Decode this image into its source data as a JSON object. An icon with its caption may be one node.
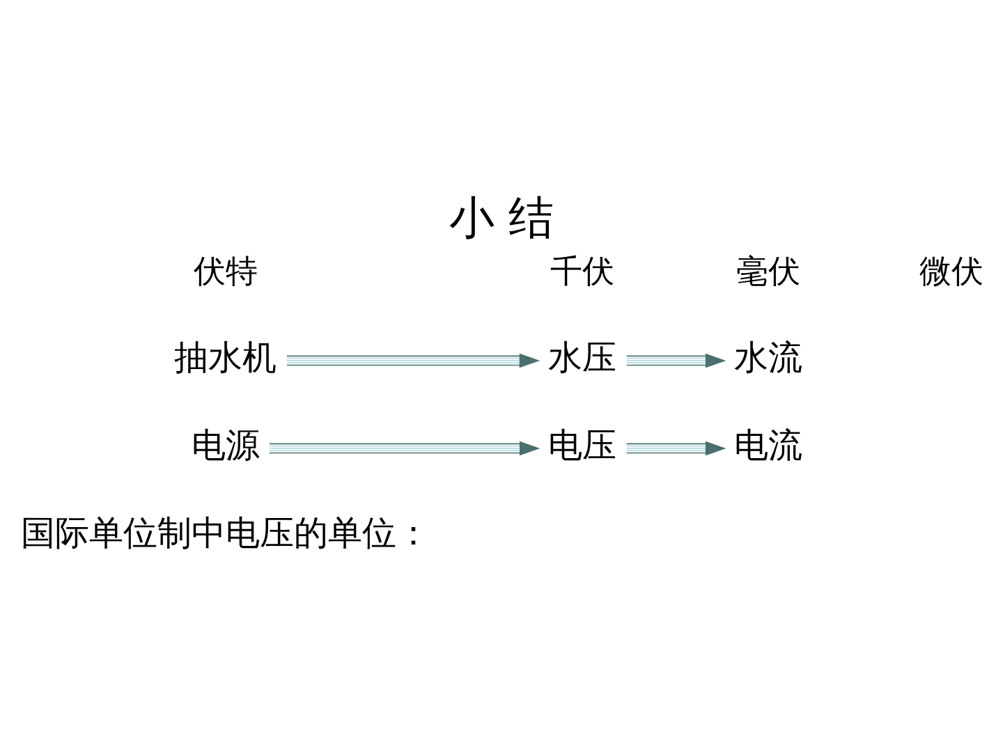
{
  "diagram": {
    "title": "小 结",
    "nodes": [
      {
        "text": [
          "抽水机"
        ]
      },
      {
        "text": [
          "水压"
        ]
      },
      {
        "text": [
          "水流"
        ]
      },
      {
        "text": [
          "电源"
        ]
      },
      {
        "text": [
          "电压"
        ]
      },
      {
        "text": [
          "电流"
        ]
      }
    ],
    "edges": [
      {
        "from": 0,
        "to": 1,
        "arrow": "to"
      },
      {
        "from": 1,
        "to": 2,
        "arrow": "to"
      },
      {
        "from": 3,
        "to": 4,
        "arrow": "to"
      },
      {
        "from": 4,
        "to": 5,
        "arrow": "to"
      }
    ],
    "labels": [
      "国际单位制中电压的单位：",
      "伏特",
      "千伏",
      "毫伏",
      "微伏"
    ]
  }
}
